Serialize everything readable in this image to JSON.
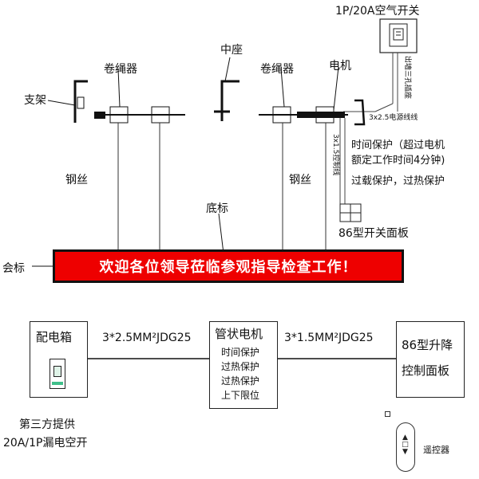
{
  "top": {
    "switch_label": "1P/20A空气开关",
    "label_bracket_left": "支架",
    "label_winder_left": "卷绳器",
    "label_center_seat": "中座",
    "label_winder_right": "卷绳器",
    "label_motor": "电机",
    "label_wire_left": "钢丝",
    "label_wire_right": "钢丝",
    "label_bottom_rod": "底标",
    "label_banner_rod": "会标",
    "vertical_wire_power": "3x2.5电源线线",
    "vertical_wire_control": "3x1.5控制线",
    "vertical_wire_socket": "出墙三孔插座",
    "protection_line1": "时间保护（超过电机",
    "protection_line2": "额定工作时间4分钟)",
    "protection_line3": "过载保护，过热保护",
    "panel_label": "86型开关面板",
    "banner_text": "欢迎各位领导莅临参观指导检查工作！"
  },
  "bottom": {
    "distribution_box": "配电箱",
    "cable1": "3*2.5MM²JDG25",
    "tube_motor_title": "管状电机",
    "tube_motor_features": [
      "时间保护",
      "过热保护",
      "过热保护",
      "上下限位"
    ],
    "cable2": "3*1.5MM²JDG25",
    "lift_panel_line1": "86型升降",
    "lift_panel_line2": "控制面板",
    "third_party_line1": "第三方提供",
    "third_party_line2": "20A/1P漏电空开",
    "remote_label": "遥控器"
  }
}
